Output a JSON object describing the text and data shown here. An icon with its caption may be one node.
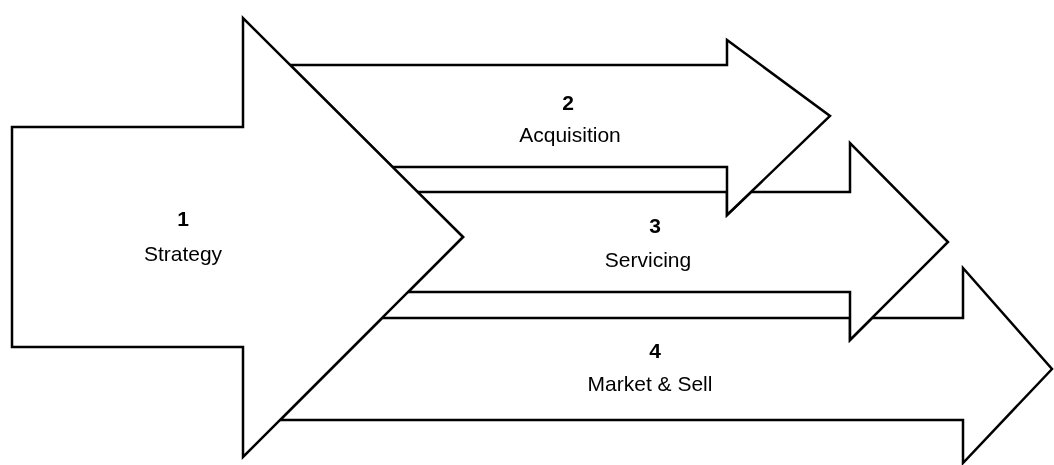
{
  "diagram": {
    "nodes": [
      {
        "text": [
          "1",
          "Strategy"
        ]
      },
      {
        "text": [
          "2",
          "Acquisition"
        ]
      },
      {
        "text": [
          "3",
          "Servicing"
        ]
      },
      {
        "text": [
          "4",
          "Market & Sell"
        ]
      }
    ]
  }
}
